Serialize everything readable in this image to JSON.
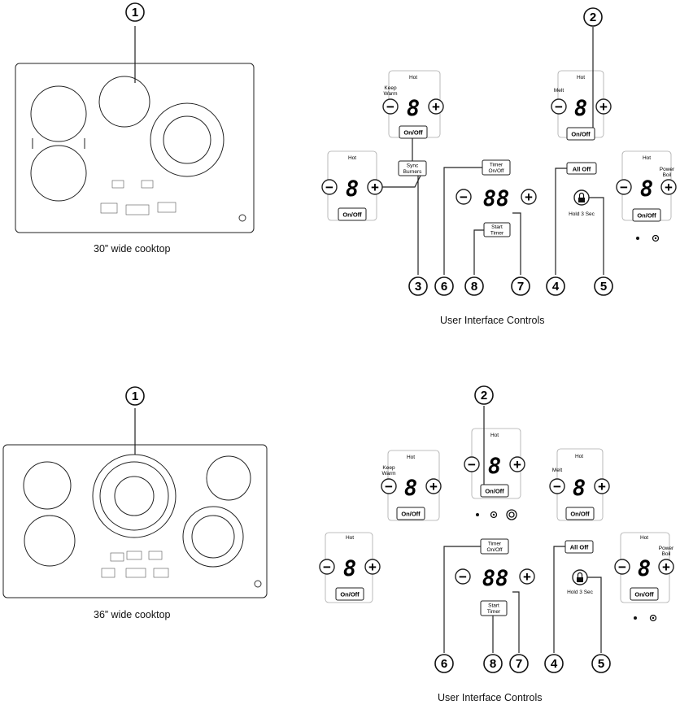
{
  "top": {
    "caption_cooktop": "30” wide cooktop",
    "caption_controls": "User Interface Controls",
    "callouts": [
      "1",
      "2",
      "3",
      "6",
      "8",
      "7",
      "4",
      "5"
    ]
  },
  "bottom": {
    "caption_cooktop": "36” wide cooktop",
    "caption_controls": "User Interface Controls",
    "callouts": [
      "1",
      "2",
      "6",
      "8",
      "7",
      "4",
      "5"
    ]
  },
  "controls": {
    "hot": "Hot",
    "keep_warm_1": "Keep",
    "keep_warm_2": "Warm",
    "melt": "Melt",
    "power_boil_1": "Power",
    "power_boil_2": "Boil",
    "on_off": "On/Off",
    "sync_1": "Sync",
    "sync_2": "Burners",
    "timer_1": "Timer",
    "timer_2": "On/Off",
    "start_1": "Start",
    "start_2": "Timer",
    "all_off": "All Off",
    "hold": "Hold 3 Sec",
    "digit": "8",
    "double_digit": "88",
    "minus": "−",
    "plus": "+"
  }
}
